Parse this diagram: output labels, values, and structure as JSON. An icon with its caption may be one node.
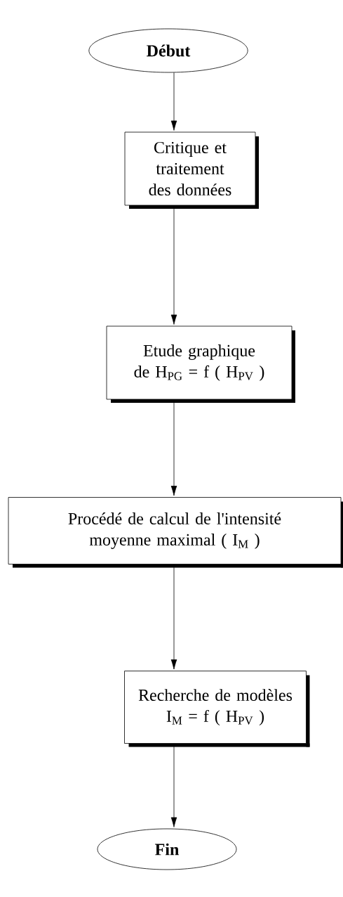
{
  "diagram": {
    "nodes": [
      {
        "text": [
          "**Début**"
        ]
      },
      {
        "text": [
          "Critique et traitement des données"
        ]
      },
      {
        "text": [
          "Etude graphique de H$_{PG}$ = f ( H$_{PV}$ )"
        ]
      },
      {
        "text": [
          "Procédé de calcul de l'intensité moyenne maximal ( I$_{M}$ )"
        ]
      },
      {
        "text": [
          "Recherche de modèles I$_{M}$ = f ( H$_{PV}$ )"
        ]
      },
      {
        "text": [
          "**Fin**"
        ]
      }
    ],
    "edges": [
      {
        "from": 0,
        "to": 1,
        "arrow": "to"
      },
      {
        "from": 1,
        "to": 2,
        "arrow": "to"
      },
      {
        "from": 2,
        "to": 3,
        "arrow": "to"
      },
      {
        "from": 3,
        "to": 4,
        "arrow": "to"
      },
      {
        "from": 4,
        "to": 5,
        "arrow": "to"
      }
    ]
  }
}
